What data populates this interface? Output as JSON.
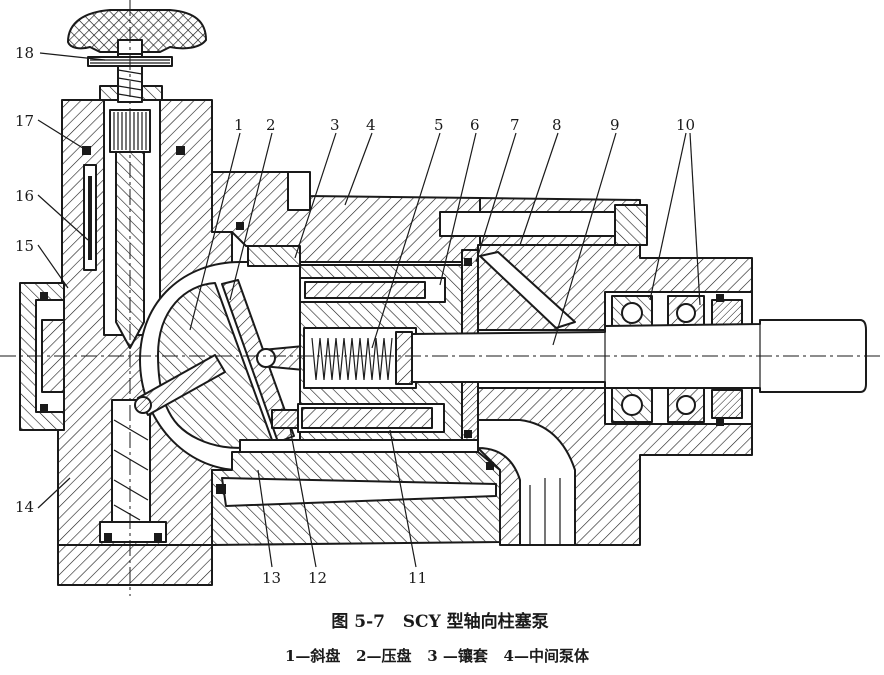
{
  "figure": {
    "callouts": [
      "1",
      "2",
      "3",
      "4",
      "5",
      "6",
      "7",
      "8",
      "9",
      "10",
      "11",
      "12",
      "13",
      "14",
      "15",
      "16",
      "17",
      "18"
    ],
    "caption": "图 5-7   SCY 型轴向柱塞泵",
    "legend": "1—斜盘   2—压盘   3 —镶套   4—中间泵体"
  },
  "colors": {
    "ink": "#1a1a1a",
    "paper": "#ffffff"
  }
}
